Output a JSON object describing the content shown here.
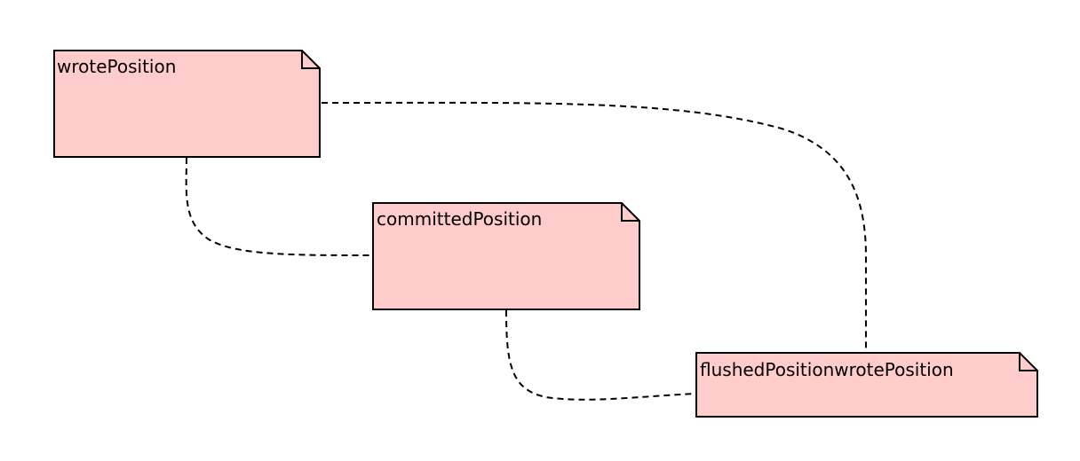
{
  "diagram": {
    "note_fill": "#ffcccc",
    "note_stroke": "#000000",
    "notes": [
      {
        "label": "wrotePosition"
      },
      {
        "label": "committedPosition"
      },
      {
        "label": "flushedPositionwrotePosition"
      }
    ]
  }
}
